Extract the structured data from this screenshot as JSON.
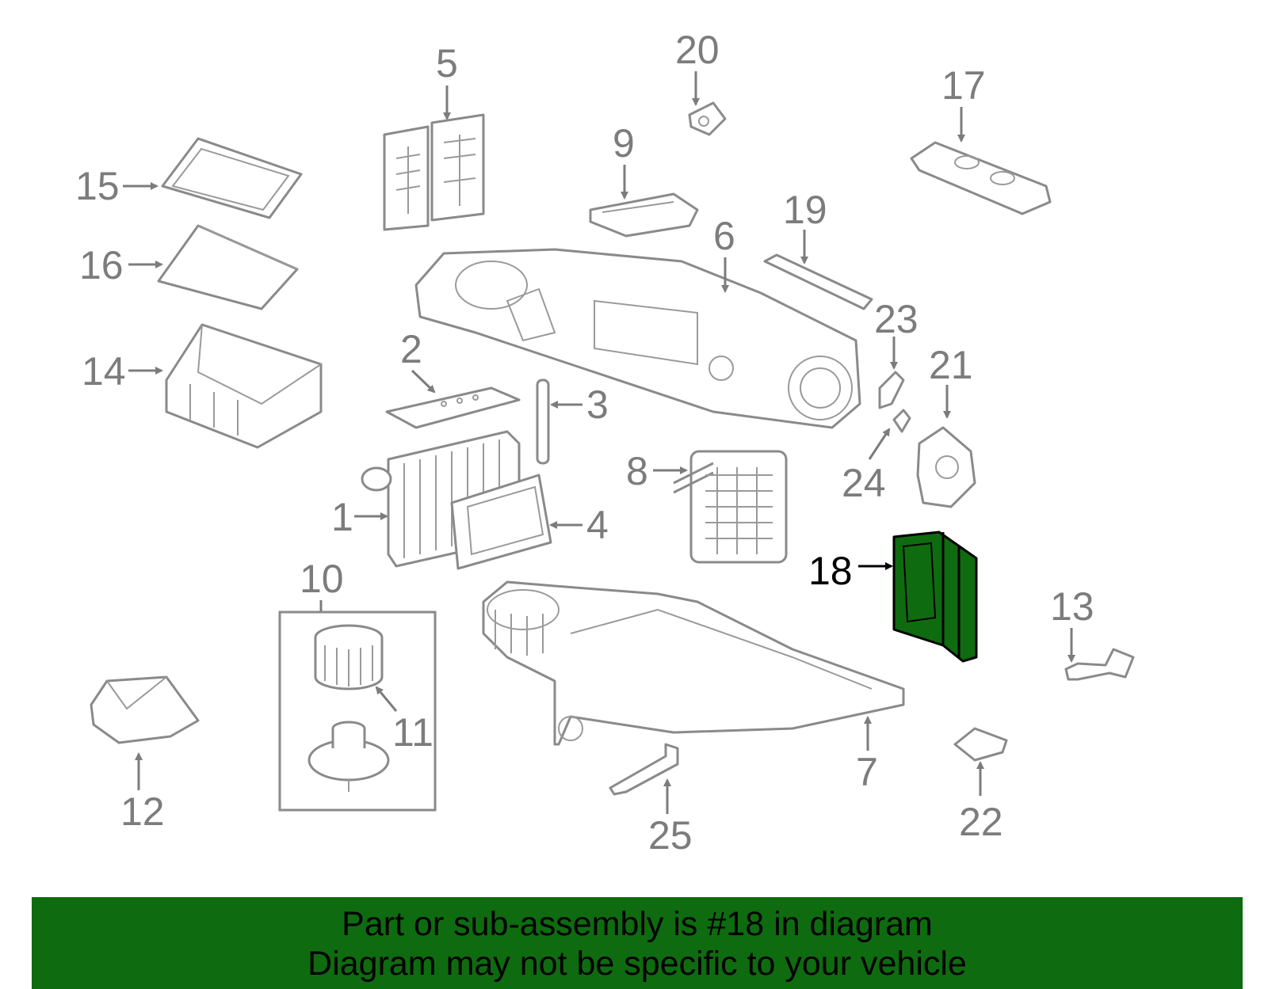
{
  "highlight_color": "#0f6b0f",
  "callouts": [
    "1",
    "2",
    "3",
    "4",
    "5",
    "6",
    "7",
    "8",
    "9",
    "10",
    "11",
    "12",
    "13",
    "14",
    "15",
    "16",
    "17",
    "18",
    "19",
    "20",
    "21",
    "22",
    "23",
    "24",
    "25"
  ],
  "highlighted_part": "18",
  "banner": {
    "line1": "Part or sub-assembly is #18 in diagram",
    "line2": "Diagram may not be specific to your vehicle"
  }
}
